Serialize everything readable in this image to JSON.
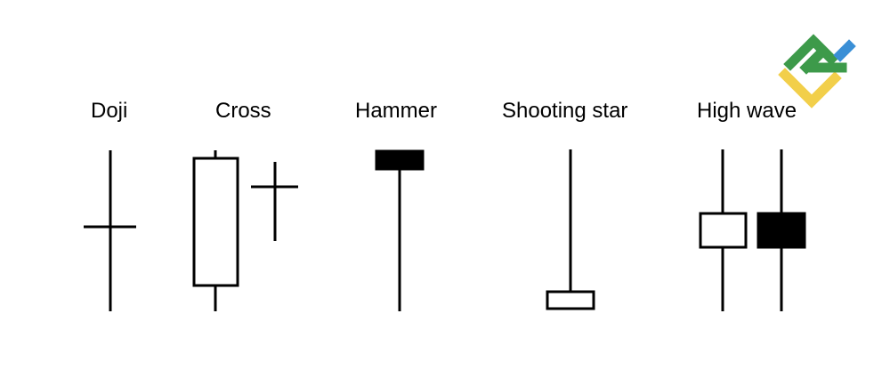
{
  "labels": {
    "doji": "Doji",
    "cross": "Cross",
    "hammer": "Hammer",
    "shooting_star": "Shooting star",
    "high_wave": "High wave"
  },
  "colors": {
    "stroke": "#000000",
    "bearish_fill": "#000000",
    "bullish_fill": "#ffffff",
    "logo_green": "#3d9a4a",
    "logo_blue": "#3a8fd6",
    "logo_yellow": "#f2cf4a"
  },
  "icons": {
    "logo": "brand-logo-icon"
  }
}
